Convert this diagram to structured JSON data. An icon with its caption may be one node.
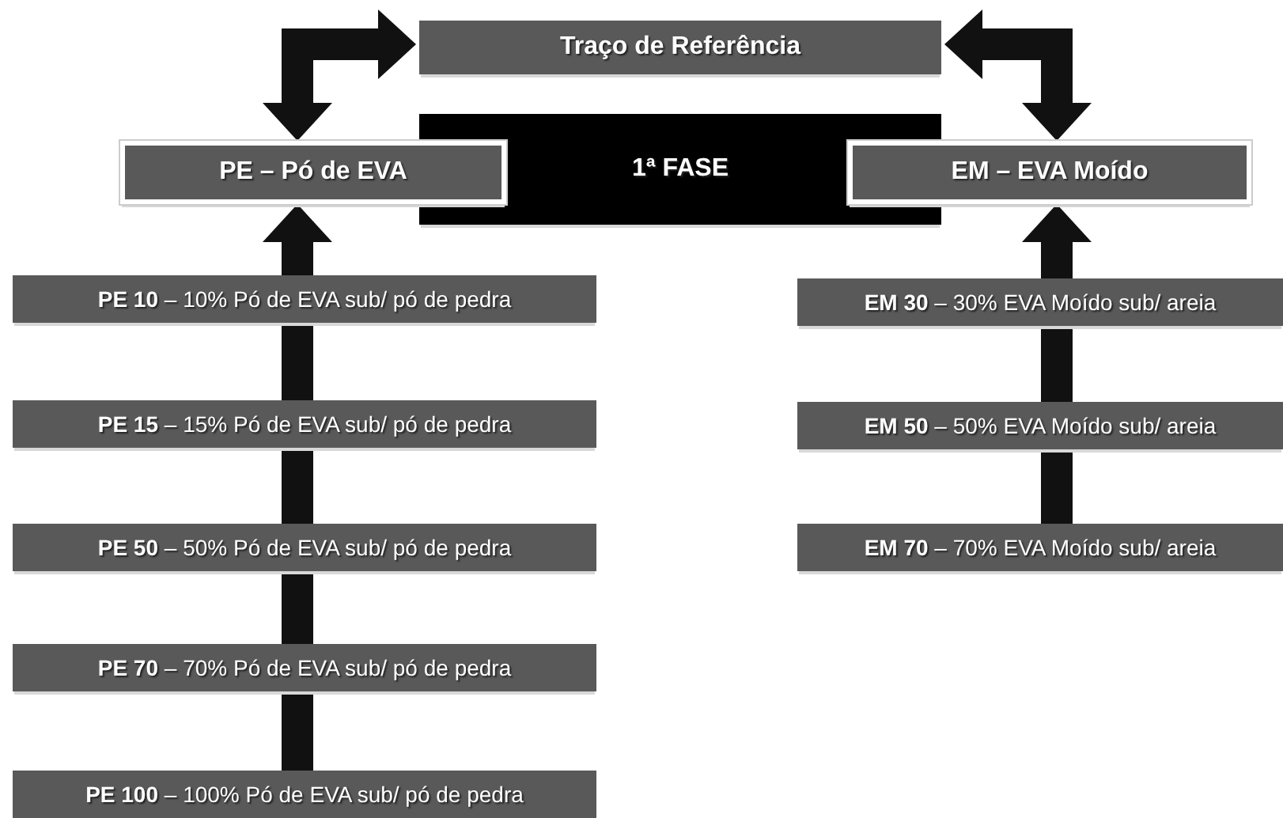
{
  "diagram": {
    "nodes": [
      {
        "text": [
          "Traço de Referência"
        ]
      },
      {
        "text": [
          "1ª FASE"
        ]
      },
      {
        "text": [
          "PE – Pó de EVA"
        ]
      },
      {
        "text": [
          "EM – EVA Moído"
        ]
      },
      {
        "text": [
          "**PE 10** – 10% Pó de EVA sub/ pó de pedra"
        ]
      },
      {
        "text": [
          "**PE 15** – 15% Pó de EVA sub/ pó de pedra"
        ]
      },
      {
        "text": [
          "**PE 50** – 50% Pó de EVA sub/ pó de pedra"
        ]
      },
      {
        "text": [
          "**PE 70** – 70% Pó de EVA sub/ pó de pedra"
        ]
      },
      {
        "text": [
          "**PE 100** – 100% Pó de EVA sub/ pó de pedra"
        ]
      },
      {
        "text": [
          "**EM 30** – 30% EVA Moído sub/ areia"
        ]
      },
      {
        "text": [
          "**EM 50** – 50% EVA Moído sub/ areia"
        ]
      },
      {
        "text": [
          "**EM 70** – 70% EVA Moído sub/ areia"
        ]
      }
    ],
    "edges": [
      {
        "from": 0,
        "to": 2,
        "arrow": "both"
      },
      {
        "from": 0,
        "to": 3,
        "arrow": "both"
      },
      {
        "from": 4,
        "to": 2,
        "arrow": "to"
      },
      {
        "from": 5,
        "to": 4,
        "arrow": "none"
      },
      {
        "from": 6,
        "to": 5,
        "arrow": "none"
      },
      {
        "from": 7,
        "to": 6,
        "arrow": "none"
      },
      {
        "from": 8,
        "to": 7,
        "arrow": "none"
      },
      {
        "from": 9,
        "to": 3,
        "arrow": "to"
      },
      {
        "from": 10,
        "to": 9,
        "arrow": "none"
      },
      {
        "from": 11,
        "to": 10,
        "arrow": "none"
      }
    ]
  }
}
